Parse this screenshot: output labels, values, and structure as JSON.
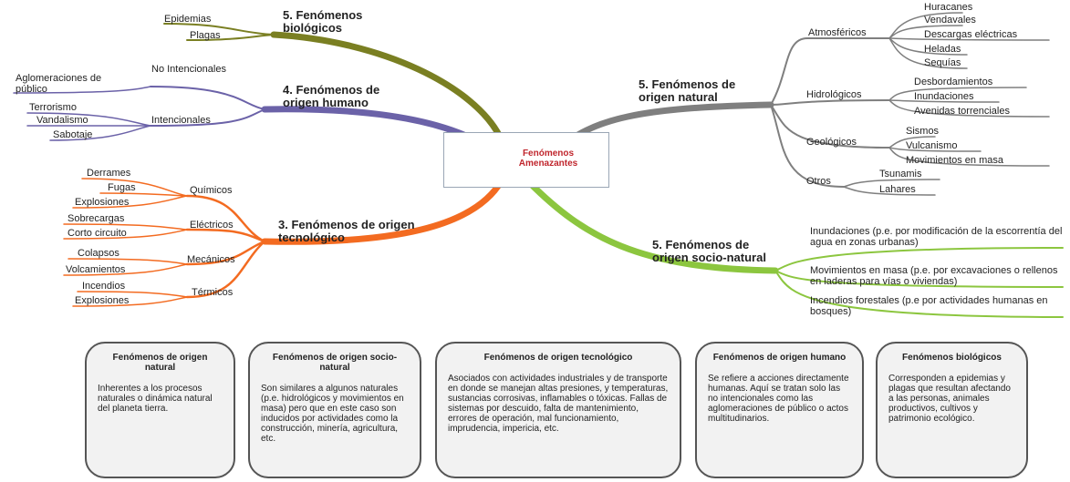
{
  "center": {
    "title": "Fenómenos Amenazantes"
  },
  "colors": {
    "biological": "#7a7f22",
    "human": "#6b62a8",
    "technological": "#f36b21",
    "natural": "#7f7f7f",
    "socio_natural": "#8cc63f",
    "center_text": "#c0262d"
  },
  "branches": {
    "biological": {
      "title": "5. Fenómenos biológicos",
      "items": [
        "Epidemias",
        "Plagas"
      ]
    },
    "human": {
      "title": "4. Fenómenos de origen humano",
      "groups": [
        {
          "label": "No Intencionales",
          "items": [
            "Aglomeraciones de público"
          ]
        },
        {
          "label": "Intencionales",
          "items": [
            "Terrorismo",
            "Vandalismo",
            "Sabotaje"
          ]
        }
      ]
    },
    "technological": {
      "title": "3. Fenómenos de origen tecnológico",
      "groups": [
        {
          "label": "Químicos",
          "items": [
            "Derrames",
            "Fugas",
            "Explosiones"
          ]
        },
        {
          "label": "Eléctricos",
          "items": [
            "Sobrecargas",
            "Corto circuito"
          ]
        },
        {
          "label": "Mecánicos",
          "items": [
            "Colapsos",
            "Volcamientos"
          ]
        },
        {
          "label": "Térmicos",
          "items": [
            "Incendios",
            "Explosiones"
          ]
        }
      ]
    },
    "natural": {
      "title": "5. Fenómenos de origen natural",
      "groups": [
        {
          "label": "Atmosféricos",
          "items": [
            "Huracanes",
            "Vendavales",
            "Descargas eléctricas",
            "Heladas",
            "Sequías"
          ]
        },
        {
          "label": "Hidrológicos",
          "items": [
            "Desbordamientos",
            "Inundaciones",
            "Avenidas torrenciales"
          ]
        },
        {
          "label": "Geológicos",
          "items": [
            "Sismos",
            "Vulcanismo",
            "Movimientos en masa"
          ]
        },
        {
          "label": "Otros",
          "items": [
            "Tsunamis",
            "Lahares"
          ]
        }
      ]
    },
    "socio_natural": {
      "title": "5. Fenómenos de origen socio-natural",
      "items": [
        "Inundaciones (p.e. por modificación de la escorrentía del agua en zonas urbanas)",
        "Movimientos en masa (p.e. por excavaciones o rellenos en laderas para vías o viviendas)",
        "Incendios forestales (p.e por actividades humanas en bosques)"
      ]
    }
  },
  "cards": [
    {
      "title": "Fenómenos de origen natural",
      "body": "Inherentes a los procesos naturales o dinámica natural del planeta tierra."
    },
    {
      "title": "Fenómenos de origen socio-natural",
      "body": "Son similares a algunos naturales (p.e. hidrológicos y movimientos en masa) pero que en este caso son inducidos por actividades como la construcción, minería, agricultura, etc."
    },
    {
      "title": "Fenómenos de origen tecnológico",
      "body": "Asociados con actividades industriales y de transporte en donde se manejan altas presiones, y temperaturas, sustancias corrosivas, inflamables o tóxicas. Fallas de sistemas por descuido, falta de mantenimiento, errores de operación, mal funcionamiento, imprudencia, impericia, etc."
    },
    {
      "title": "Fenómenos de origen humano",
      "body": "Se refiere a acciones directamente humanas. Aquí se tratan solo las no intencionales como las aglomeraciones de público o actos multitudinarios."
    },
    {
      "title": "Fenómenos biológicos",
      "body": "Corresponden a epidemias y plagas que resultan afectando a las personas, animales productivos, cultivos y patrimonio ecológico."
    }
  ]
}
